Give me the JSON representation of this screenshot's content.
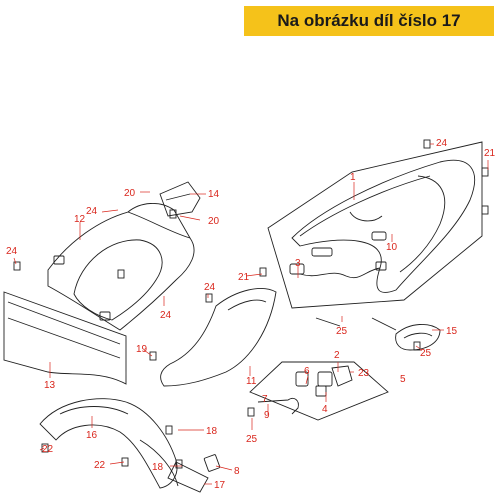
{
  "banner": {
    "text": "Na obrázku díl číslo 17"
  },
  "colors": {
    "banner_bg": "#f5c21a",
    "callout": "#d9261c",
    "line": "#222222"
  },
  "callouts": [
    {
      "id": "c1",
      "label": "1"
    },
    {
      "id": "c2",
      "label": "2"
    },
    {
      "id": "c3",
      "label": "3"
    },
    {
      "id": "c4",
      "label": "4"
    },
    {
      "id": "c5",
      "label": "5"
    },
    {
      "id": "c6",
      "label": "6"
    },
    {
      "id": "c7",
      "label": "7"
    },
    {
      "id": "c8",
      "label": "8"
    },
    {
      "id": "c9",
      "label": "9"
    },
    {
      "id": "c10",
      "label": "10"
    },
    {
      "id": "c11",
      "label": "11"
    },
    {
      "id": "c12",
      "label": "12"
    },
    {
      "id": "c13",
      "label": "13"
    },
    {
      "id": "c14",
      "label": "14"
    },
    {
      "id": "c15",
      "label": "15"
    },
    {
      "id": "c16",
      "label": "16"
    },
    {
      "id": "c17",
      "label": "17"
    },
    {
      "id": "c18a",
      "label": "18"
    },
    {
      "id": "c18b",
      "label": "18"
    },
    {
      "id": "c19",
      "label": "19"
    },
    {
      "id": "c20a",
      "label": "20"
    },
    {
      "id": "c20b",
      "label": "20"
    },
    {
      "id": "c21a",
      "label": "21"
    },
    {
      "id": "c21b",
      "label": "21"
    },
    {
      "id": "c22a",
      "label": "22"
    },
    {
      "id": "c22b",
      "label": "22"
    },
    {
      "id": "c23",
      "label": "23"
    },
    {
      "id": "c24a",
      "label": "24"
    },
    {
      "id": "c24b",
      "label": "24"
    },
    {
      "id": "c24c",
      "label": "24"
    },
    {
      "id": "c24d",
      "label": "24"
    },
    {
      "id": "c24e",
      "label": "24"
    },
    {
      "id": "c25a",
      "label": "25"
    },
    {
      "id": "c25b",
      "label": "25"
    },
    {
      "id": "c25c",
      "label": "25"
    }
  ]
}
